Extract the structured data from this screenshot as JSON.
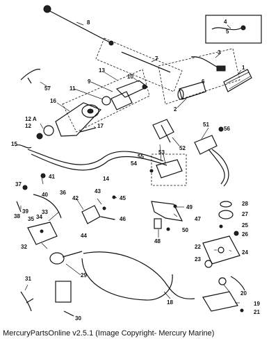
{
  "caption": "MercuryPartsOnline v2.5.1 (Image Copyright- Mercury Marine)",
  "labels": {
    "l1": "1",
    "l2": "2",
    "l3": "3",
    "l4": "4",
    "l5": "5",
    "l6": "6",
    "l7": "7",
    "l8": "8",
    "l9": "9",
    "l10": "10",
    "l11": "11",
    "l12": "12",
    "l12a": "12 A",
    "l13": "13",
    "l14": "14",
    "l15": "15",
    "l16": "16",
    "l17": "17",
    "l18": "18",
    "l19": "19",
    "l20": "20",
    "l21": "21",
    "l22": "22",
    "l23": "23",
    "l24": "24",
    "l25": "25",
    "l26": "26",
    "l27": "27",
    "l28": "28",
    "l29": "29",
    "l30": "30",
    "l31": "31",
    "l32": "32",
    "l33": "33",
    "l34": "34",
    "l35": "35",
    "l36": "36",
    "l37": "37",
    "l38": "38",
    "l39": "39",
    "l40": "40",
    "l41": "41",
    "l42": "42",
    "l43": "43",
    "l44": "44",
    "l45": "45",
    "l46": "46",
    "l47": "47",
    "l48": "48",
    "l49": "49",
    "l50": "50",
    "l51": "51",
    "l52": "52",
    "l53": "53",
    "l54": "54",
    "l55": "55",
    "l56": "56",
    "l57": "57"
  }
}
